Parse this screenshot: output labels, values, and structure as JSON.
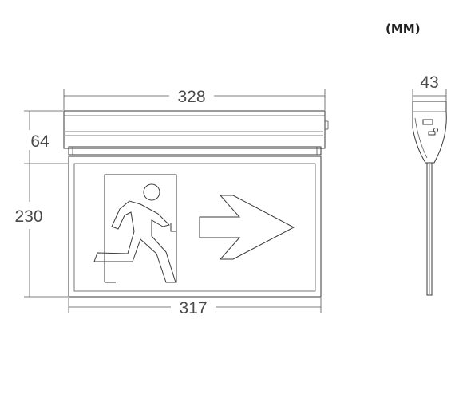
{
  "unit_label": "(MM)",
  "dimensions": {
    "top_width": "328",
    "housing_height": "64",
    "total_height": "230",
    "panel_width": "317",
    "side_depth": "43"
  },
  "icons": {
    "running_man": "running-man-icon",
    "exit_door": "exit-door-icon",
    "arrow": "arrow-right-icon"
  },
  "colors": {
    "line": "#3a3a3a",
    "text": "#4a4a4a"
  }
}
